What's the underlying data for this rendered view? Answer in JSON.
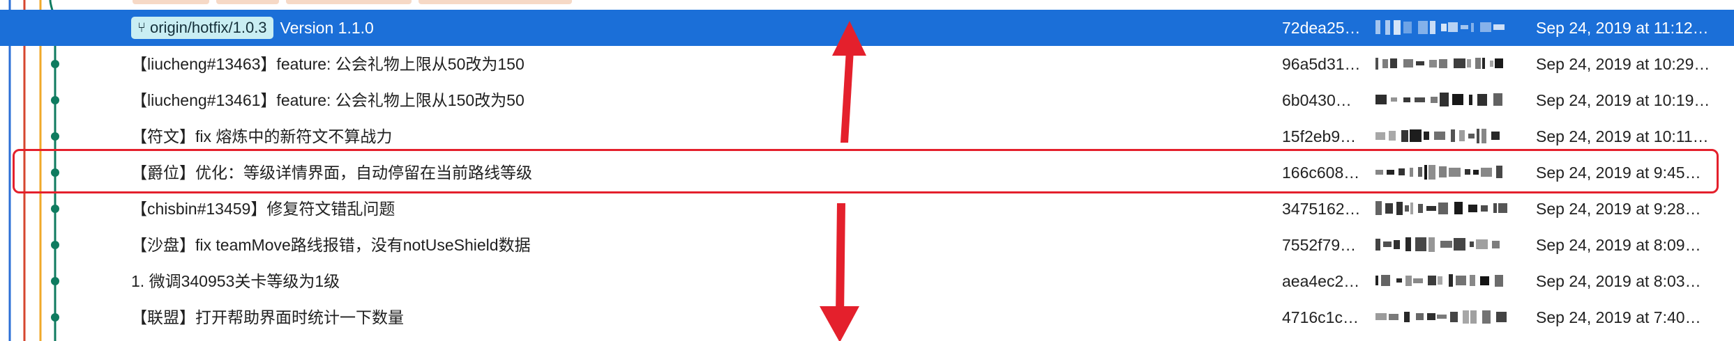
{
  "colors": {
    "selection": "#1b6fd8",
    "branch_tag_bg": "#c9eef3",
    "graph_lane_main": "#0f7b5f",
    "graph_lane_blue": "#2b6fd6",
    "graph_lane_red": "#d6462f",
    "graph_lane_orange": "#f0a92a",
    "annotation": "#e4202c"
  },
  "branch_icon": "git-branch-icon",
  "commits": [
    {
      "subject": "Version 1.1.0",
      "branch_tag": "origin/hotfix/1.0.3",
      "hash": "72dea25…",
      "date": "Sep 24, 2019 at 11:12…",
      "selected": true
    },
    {
      "subject": "【liucheng#13463】feature: 公会礼物上限从50改为150",
      "hash": "96a5d31…",
      "date": "Sep 24, 2019 at 10:29…"
    },
    {
      "subject": "【liucheng#13461】feature: 公会礼物上限从150改为50",
      "hash": "6b0430…",
      "date": "Sep 24, 2019 at 10:19…"
    },
    {
      "subject": "【符文】fix 熔炼中的新符文不算战力",
      "hash": "15f2eb9…",
      "date": "Sep 24, 2019 at 10:11…"
    },
    {
      "subject": "【爵位】优化：等级详情界面，自动停留在当前路线等级",
      "hash": "166c608…",
      "date": "Sep 24, 2019 at 9:45…",
      "highlighted": true
    },
    {
      "subject": "【chisbin#13459】修复符文错乱问题",
      "hash": "3475162…",
      "date": "Sep 24, 2019 at 9:28…"
    },
    {
      "subject": "【沙盘】fix teamMove路线报错，没有notUseShield数据",
      "hash": "7552f79…",
      "date": "Sep 24, 2019 at 8:09…"
    },
    {
      "subject": "1. 微调340953关卡等级为1级",
      "hash": "aea4ec2…",
      "date": "Sep 24, 2019 at 8:03…"
    },
    {
      "subject": "【联盟】打开帮助界面时统计一下数量",
      "hash": "4716c1c…",
      "date": "Sep 24, 2019 at 7:40…"
    }
  ]
}
